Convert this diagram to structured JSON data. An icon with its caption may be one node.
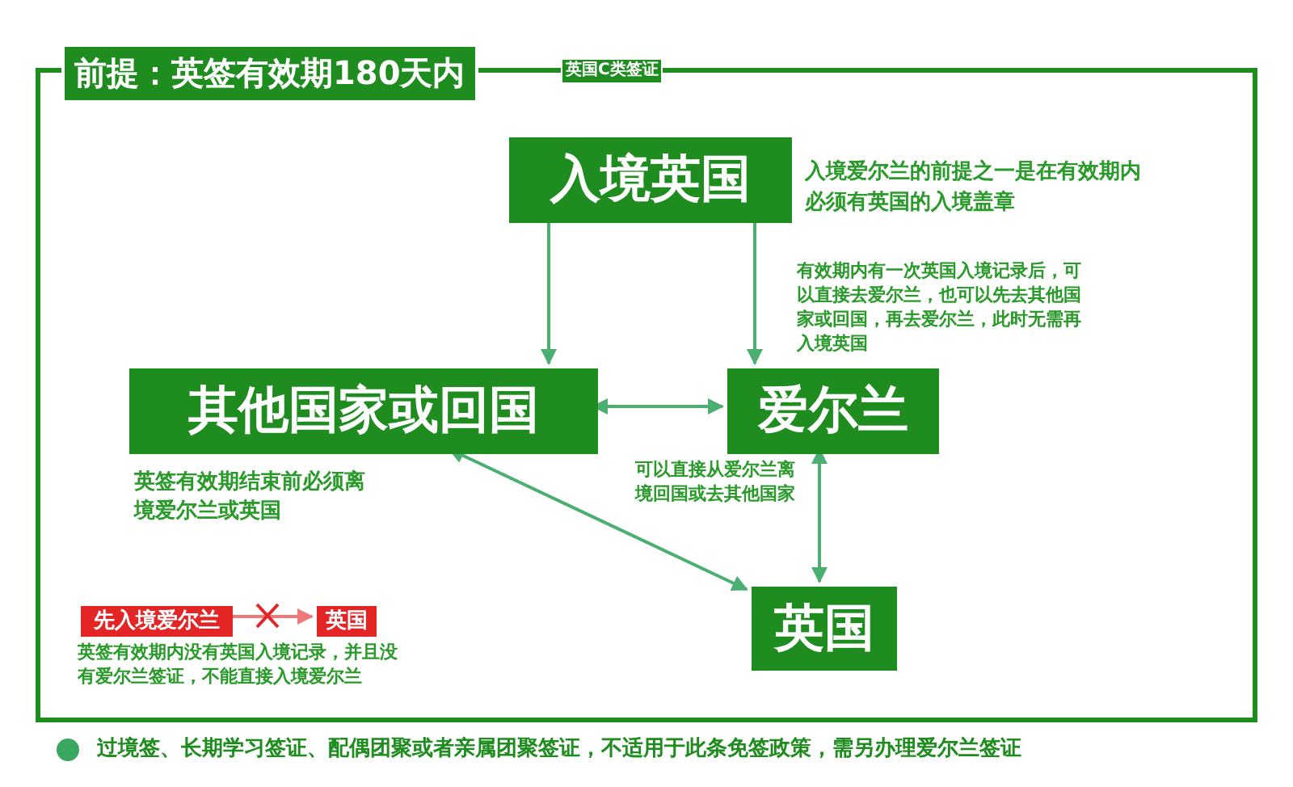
{
  "diagram": {
    "nodes": [
      {
        "text": [
          "前提：英签有效期180天内",
          "英国C类签证"
        ]
      },
      {
        "text": [
          "入境英国"
        ],
        "in": 0,
        "beside": [
          "入境爱尔兰的前提之一是在有效期内必须有英国的入境盖章"
        ]
      },
      {
        "text": [
          "其他国家或回国"
        ],
        "in": 0,
        "beside": [
          "英签有效期结束前必须离境爱尔兰或英国"
        ]
      },
      {
        "text": [
          "爱尔兰"
        ],
        "in": 0
      },
      {
        "text": [
          "英国"
        ],
        "in": 0
      },
      {
        "text": [
          "先入境爱尔兰"
        ],
        "in": 0
      },
      {
        "text": [
          "英国"
        ],
        "in": 0
      }
    ],
    "edges": [
      {
        "from": 1,
        "to": 2,
        "arrow": "to"
      },
      {
        "from": 1,
        "to": 3,
        "arrow": "to"
      },
      {
        "from": 2,
        "to": 3,
        "arrow": "both"
      },
      {
        "from": 2,
        "to": 4,
        "arrow": "both"
      },
      {
        "from": 3,
        "to": 4,
        "arrow": "both"
      },
      {
        "from": 5,
        "to": 6,
        "arrow": "to",
        "color": "#f07878"
      }
    ],
    "labels": [
      "有效期内有一次英国入境记录后，可以直接去爱尔兰，也可以先去其他国家或回国，再去爱尔兰，此时无需再入境英国",
      "可以直接从爱尔兰离境回国或去其他国家",
      "英签有效期内没有英国入境记录，并且没有爱尔兰签证，不能直接入境爱尔兰",
      "过境签、长期学习签证、配偶团聚或者亲属团聚签证，不适用于此条免签政策，需另办理爱尔兰签证"
    ]
  }
}
